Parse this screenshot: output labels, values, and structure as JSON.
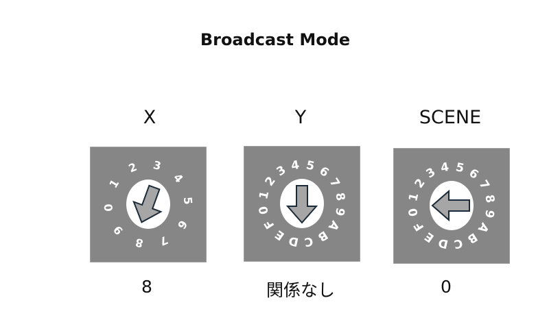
{
  "title": "Broadcast Mode",
  "dials": [
    {
      "label": "X",
      "value": "8",
      "digits": [
        "0",
        "1",
        "2",
        "3",
        "4",
        "5",
        "6",
        "7",
        "8",
        "9"
      ],
      "start_angle": -95,
      "step": 36,
      "pointer_angle": 200
    },
    {
      "label": "Y",
      "value": "関係なし",
      "digits": [
        "0",
        "1",
        "2",
        "3",
        "4",
        "5",
        "6",
        "7",
        "8",
        "9",
        "A",
        "B",
        "C",
        "D",
        "E",
        "F"
      ],
      "start_angle": -100,
      "step": 22.5,
      "pointer_angle": 180
    },
    {
      "label": "SCENE",
      "value": "0",
      "digits": [
        "0",
        "1",
        "2",
        "3",
        "4",
        "5",
        "6",
        "7",
        "8",
        "9",
        "A",
        "B",
        "C",
        "D",
        "E",
        "F"
      ],
      "start_angle": -100,
      "step": 22.5,
      "pointer_angle": 270
    }
  ],
  "colors": {
    "dial_bg": "#868686",
    "arrow_fill": "#a6a6a6",
    "arrow_stroke": "#1b2a38"
  }
}
